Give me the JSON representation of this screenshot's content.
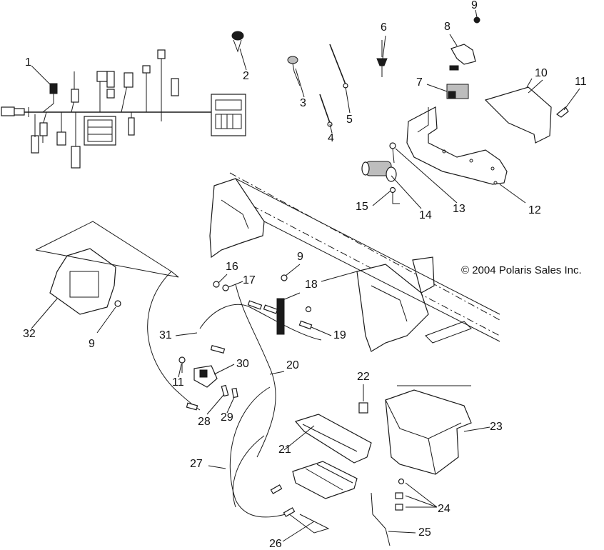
{
  "copyright": "© 2004 Polaris Sales Inc.",
  "callouts": [
    {
      "id": "c1",
      "text": "1"
    },
    {
      "id": "c2",
      "text": "2"
    },
    {
      "id": "c3",
      "text": "3"
    },
    {
      "id": "c4",
      "text": "4"
    },
    {
      "id": "c5",
      "text": "5"
    },
    {
      "id": "c6",
      "text": "6"
    },
    {
      "id": "c7",
      "text": "7"
    },
    {
      "id": "c8",
      "text": "8"
    },
    {
      "id": "c9a",
      "text": "9"
    },
    {
      "id": "c10",
      "text": "10"
    },
    {
      "id": "c11a",
      "text": "11"
    },
    {
      "id": "c12",
      "text": "12"
    },
    {
      "id": "c13",
      "text": "13"
    },
    {
      "id": "c14",
      "text": "14"
    },
    {
      "id": "c15",
      "text": "15"
    },
    {
      "id": "c16",
      "text": "16"
    },
    {
      "id": "c17",
      "text": "17"
    },
    {
      "id": "c9b",
      "text": "9"
    },
    {
      "id": "c18",
      "text": "18"
    },
    {
      "id": "c19",
      "text": "19"
    },
    {
      "id": "c20",
      "text": "20"
    },
    {
      "id": "c30",
      "text": "30"
    },
    {
      "id": "c31",
      "text": "31"
    },
    {
      "id": "c11b",
      "text": "11"
    },
    {
      "id": "c28",
      "text": "28"
    },
    {
      "id": "c29",
      "text": "29"
    },
    {
      "id": "c32",
      "text": "32"
    },
    {
      "id": "c9c",
      "text": "9"
    },
    {
      "id": "c22",
      "text": "22"
    },
    {
      "id": "c23",
      "text": "23"
    },
    {
      "id": "c21",
      "text": "21"
    },
    {
      "id": "c27",
      "text": "27"
    },
    {
      "id": "c24",
      "text": "24"
    },
    {
      "id": "c25",
      "text": "25"
    },
    {
      "id": "c26",
      "text": "26"
    }
  ]
}
